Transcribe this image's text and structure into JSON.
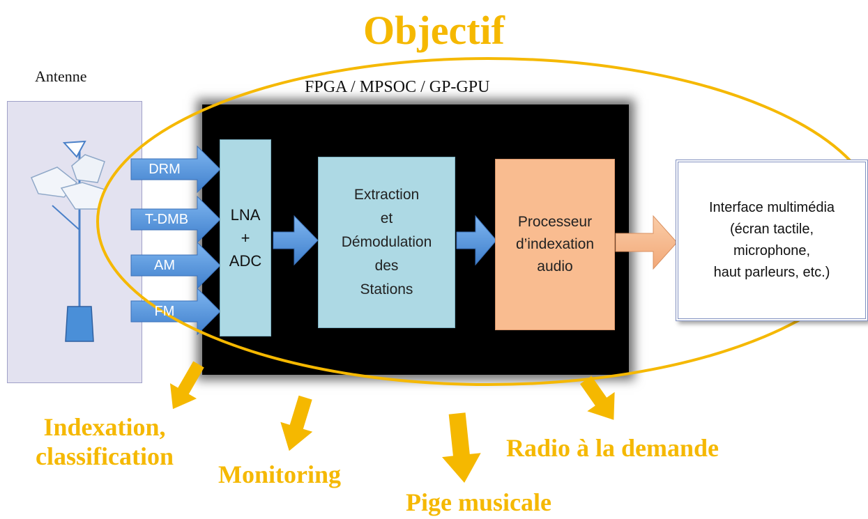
{
  "title": "Objectif",
  "antenna_label": "Antenne",
  "chip_label": "FPGA / MPSOC / GP-GPU",
  "bands": [
    "DRM",
    "T-DMB",
    "AM",
    "FM"
  ],
  "lna": {
    "line1": "LNA",
    "line2": "+",
    "line3": "ADC"
  },
  "extraction": {
    "line1": "Extraction",
    "line2": "et",
    "line3": "Démodulation",
    "line4": "des",
    "line5": "Stations"
  },
  "processor": {
    "line1": "Processeur",
    "line2": "d’indexation",
    "line3": "audio"
  },
  "interface": {
    "line1": "Interface multimédia",
    "line2": "(écran tactile,",
    "line3": "microphone,",
    "line4": "haut parleurs, etc.)"
  },
  "goals": {
    "indexation_line1": "Indexation,",
    "indexation_line2": "classification",
    "monitoring": "Monitoring",
    "pige": "Pige musicale",
    "radio": "Radio à la demande"
  },
  "colors": {
    "accent": "#F5B800",
    "box_blue": "#ADD9E4",
    "box_orange": "#F9BC90",
    "arrow_blue": "#4A8FD8"
  }
}
